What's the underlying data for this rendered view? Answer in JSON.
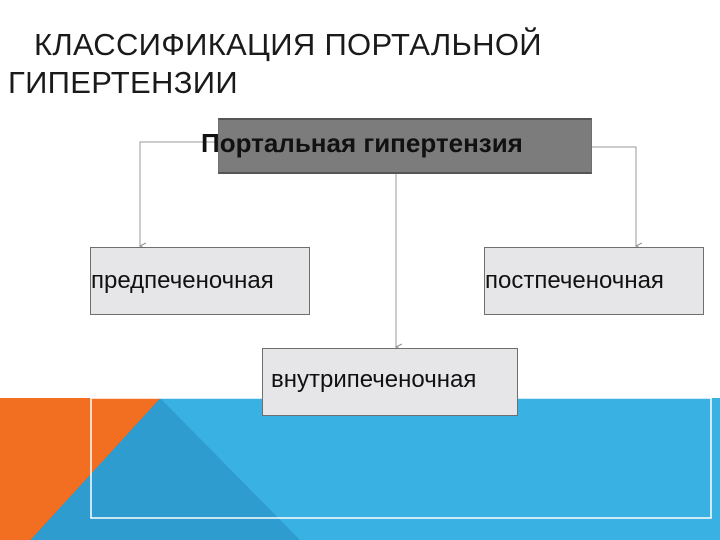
{
  "slide": {
    "title_line1": "КЛАССИФИКАЦИЯ ПОРТАЛЬНОЙ",
    "title_line2": "ГИПЕРТЕНЗИИ"
  },
  "diagram": {
    "root": "Портальная гипертензия",
    "children": {
      "left": "предпеченочная",
      "middle": "внутрипеченочная",
      "right": "постпеченочная"
    }
  },
  "colors": {
    "orange": "#f26f21",
    "blue": "#3ab0e2",
    "blue_dark": "#2a8fc0",
    "root_fill": "#7c7c7c",
    "child_fill": "#e6e6e8"
  }
}
